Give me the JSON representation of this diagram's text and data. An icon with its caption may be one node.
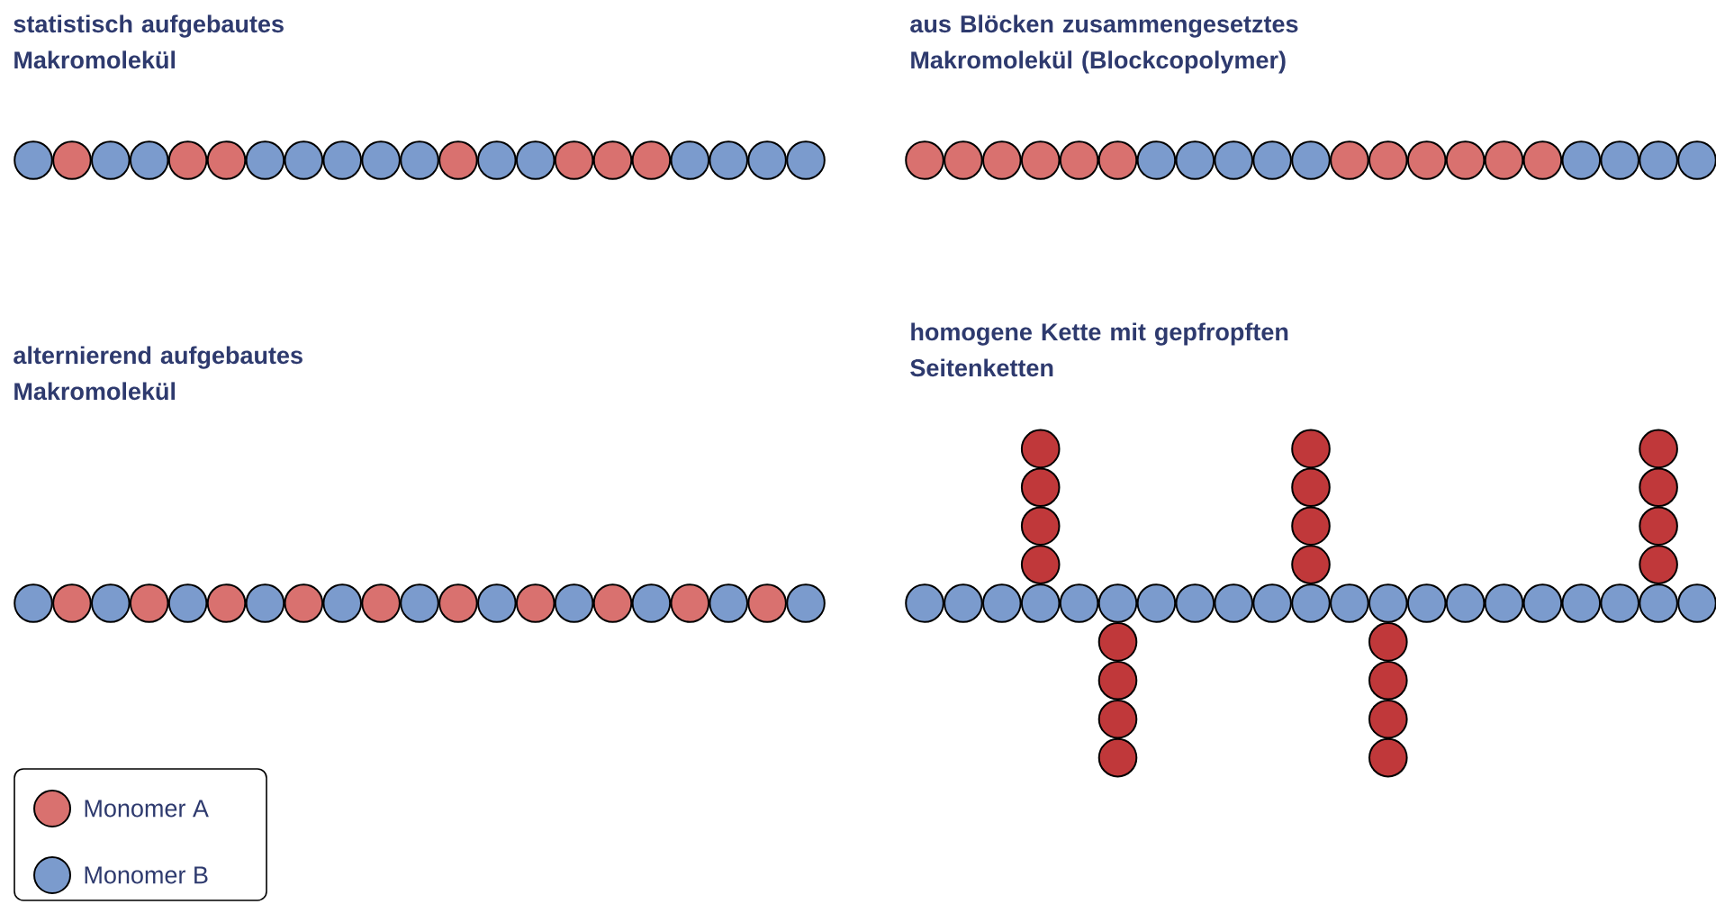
{
  "diagram": {
    "labels": [
      "statistisch aufgebautes Makromolekül",
      "aus Blöcken zusammengesetztes Makromolekül (Blockcopolymer)",
      "alternierend aufgebautes Makromolekül",
      "homogene Kette mit gepfropften Seitenketten"
    ],
    "legend": [
      {
        "text": "Monomer A",
        "color": "#d9716f"
      },
      {
        "text": "Monomer B",
        "color": "#7b9bcd"
      }
    ]
  }
}
